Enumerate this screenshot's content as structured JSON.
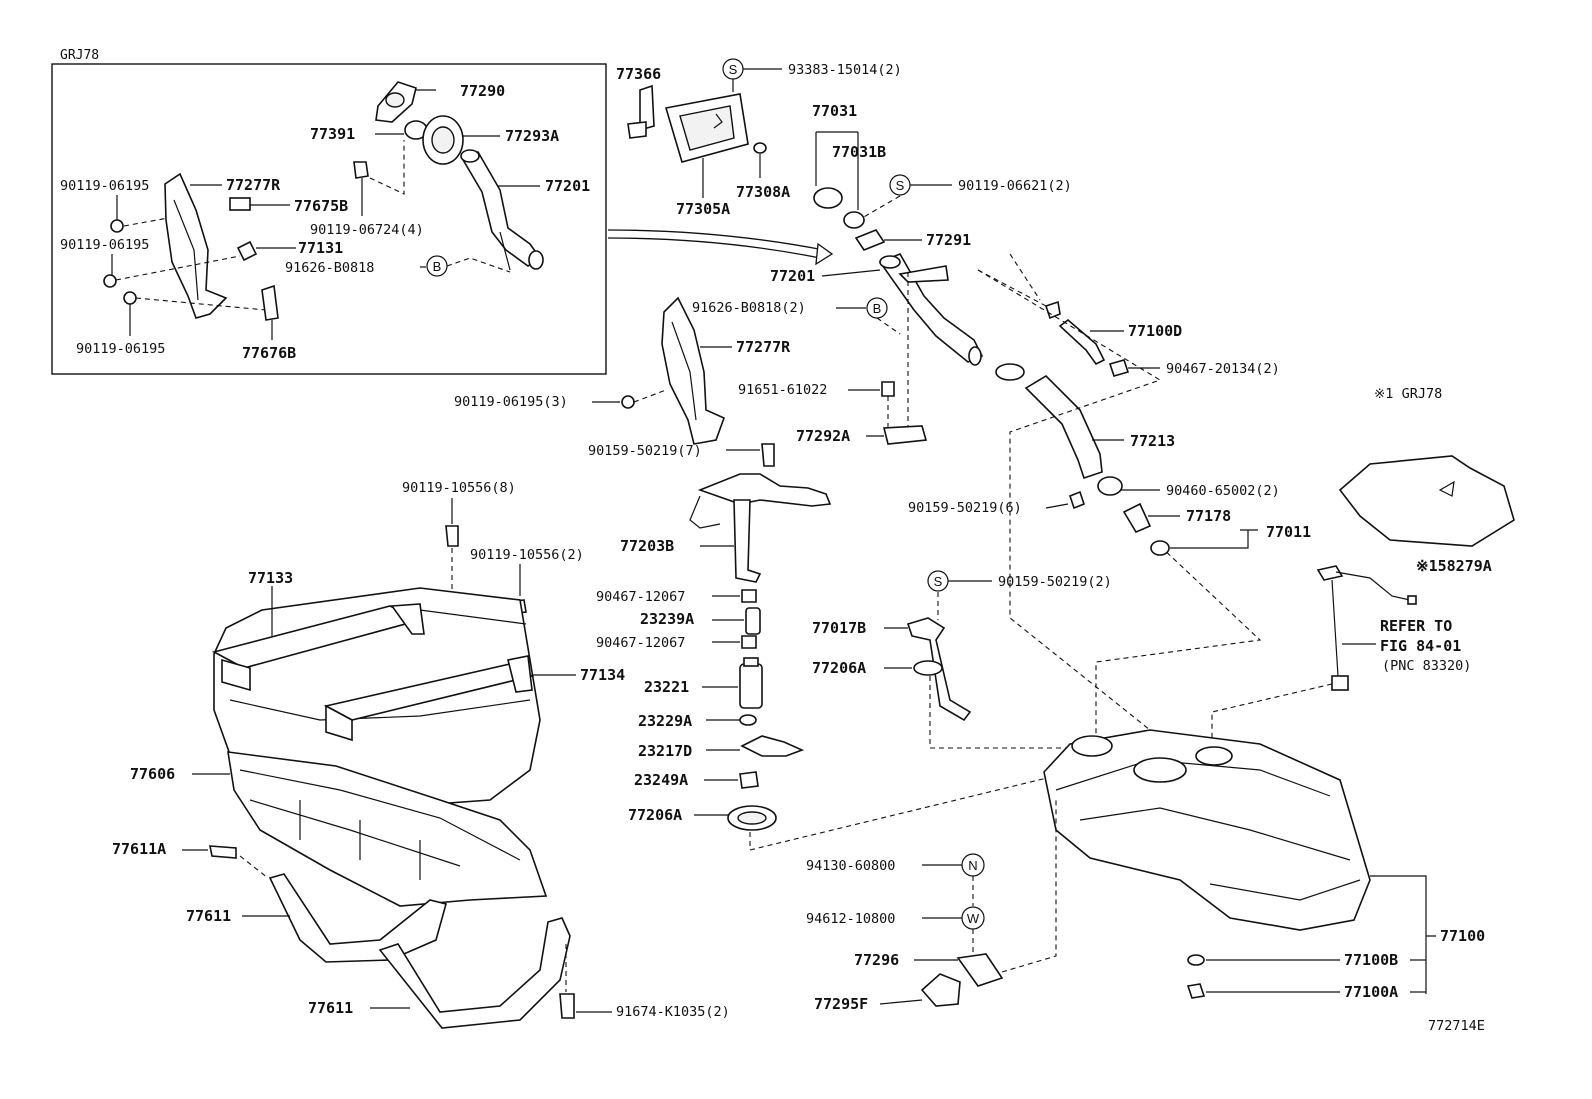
{
  "inset": {
    "title": "GRJ78"
  },
  "note": {
    "star_label": "※1 GRJ78",
    "ref_line1": "REFER TO",
    "ref_line2": "FIG 84-01",
    "ref_line3": "(PNC 83320)"
  },
  "figure_id": "772714E",
  "symbols": {
    "s": "S",
    "b": "B",
    "n": "N",
    "w": "W"
  },
  "inset_labels": {
    "l77290": "77290",
    "l77391": "77391",
    "l77293A": "77293A",
    "l77201": "77201",
    "l9011906195a": "90119-06195",
    "l77277R": "77277R",
    "l77675B": "77675B",
    "l9011906724": "90119-06724(4)",
    "l9011906195b": "90119-06195",
    "l77131": "77131",
    "l91626B0818": "91626-B0818",
    "l9011906195c": "90119-06195",
    "l77676B": "77676B"
  },
  "labels": {
    "l77366": "77366",
    "l9338315014": "93383-15014(2)",
    "l77305A": "77305A",
    "l77031": "77031",
    "l77031B": "77031B",
    "l77308A": "77308A",
    "l9011906621": "90119-06621(2)",
    "l77291": "77291",
    "l77201": "77201",
    "l91626B0818_2": "91626-B0818(2)",
    "l77100D": "77100D",
    "l77277R": "77277R",
    "l9046720134": "90467-20134(2)",
    "l9165161022": "91651-61022",
    "l9011906195_3": "90119-06195(3)",
    "l77292A": "77292A",
    "l77213": "77213",
    "l9015950219_7": "90159-50219(7)",
    "l9046065002": "90460-65002(2)",
    "l9015950219_6": "90159-50219(6)",
    "l77178": "77178",
    "l77011": "77011",
    "l158279A": "※158279A",
    "l9011910556_8": "90119-10556(8)",
    "l77203B": "77203B",
    "l9011910556_2": "90119-10556(2)",
    "l77133": "77133",
    "l9046712067a": "90467-12067",
    "l23239A": "23239A",
    "l9046712067b": "90467-12067",
    "l9015950219_2": "90159-50219(2)",
    "l77017B": "77017B",
    "l77206Aa": "77206A",
    "l77134": "77134",
    "l23221": "23221",
    "l23229A": "23229A",
    "l23217D": "23217D",
    "l77606": "77606",
    "l23249A": "23249A",
    "l77206Ab": "77206A",
    "l77611A": "77611A",
    "l9413060800": "94130-60800",
    "l77611a": "77611",
    "l9461210800": "94612-10800",
    "l77100": "77100",
    "l77296": "77296",
    "l77100B": "77100B",
    "l77611b": "77611",
    "l77295F": "77295F",
    "l91674K1035": "91674-K1035(2)",
    "l77100A": "77100A"
  }
}
